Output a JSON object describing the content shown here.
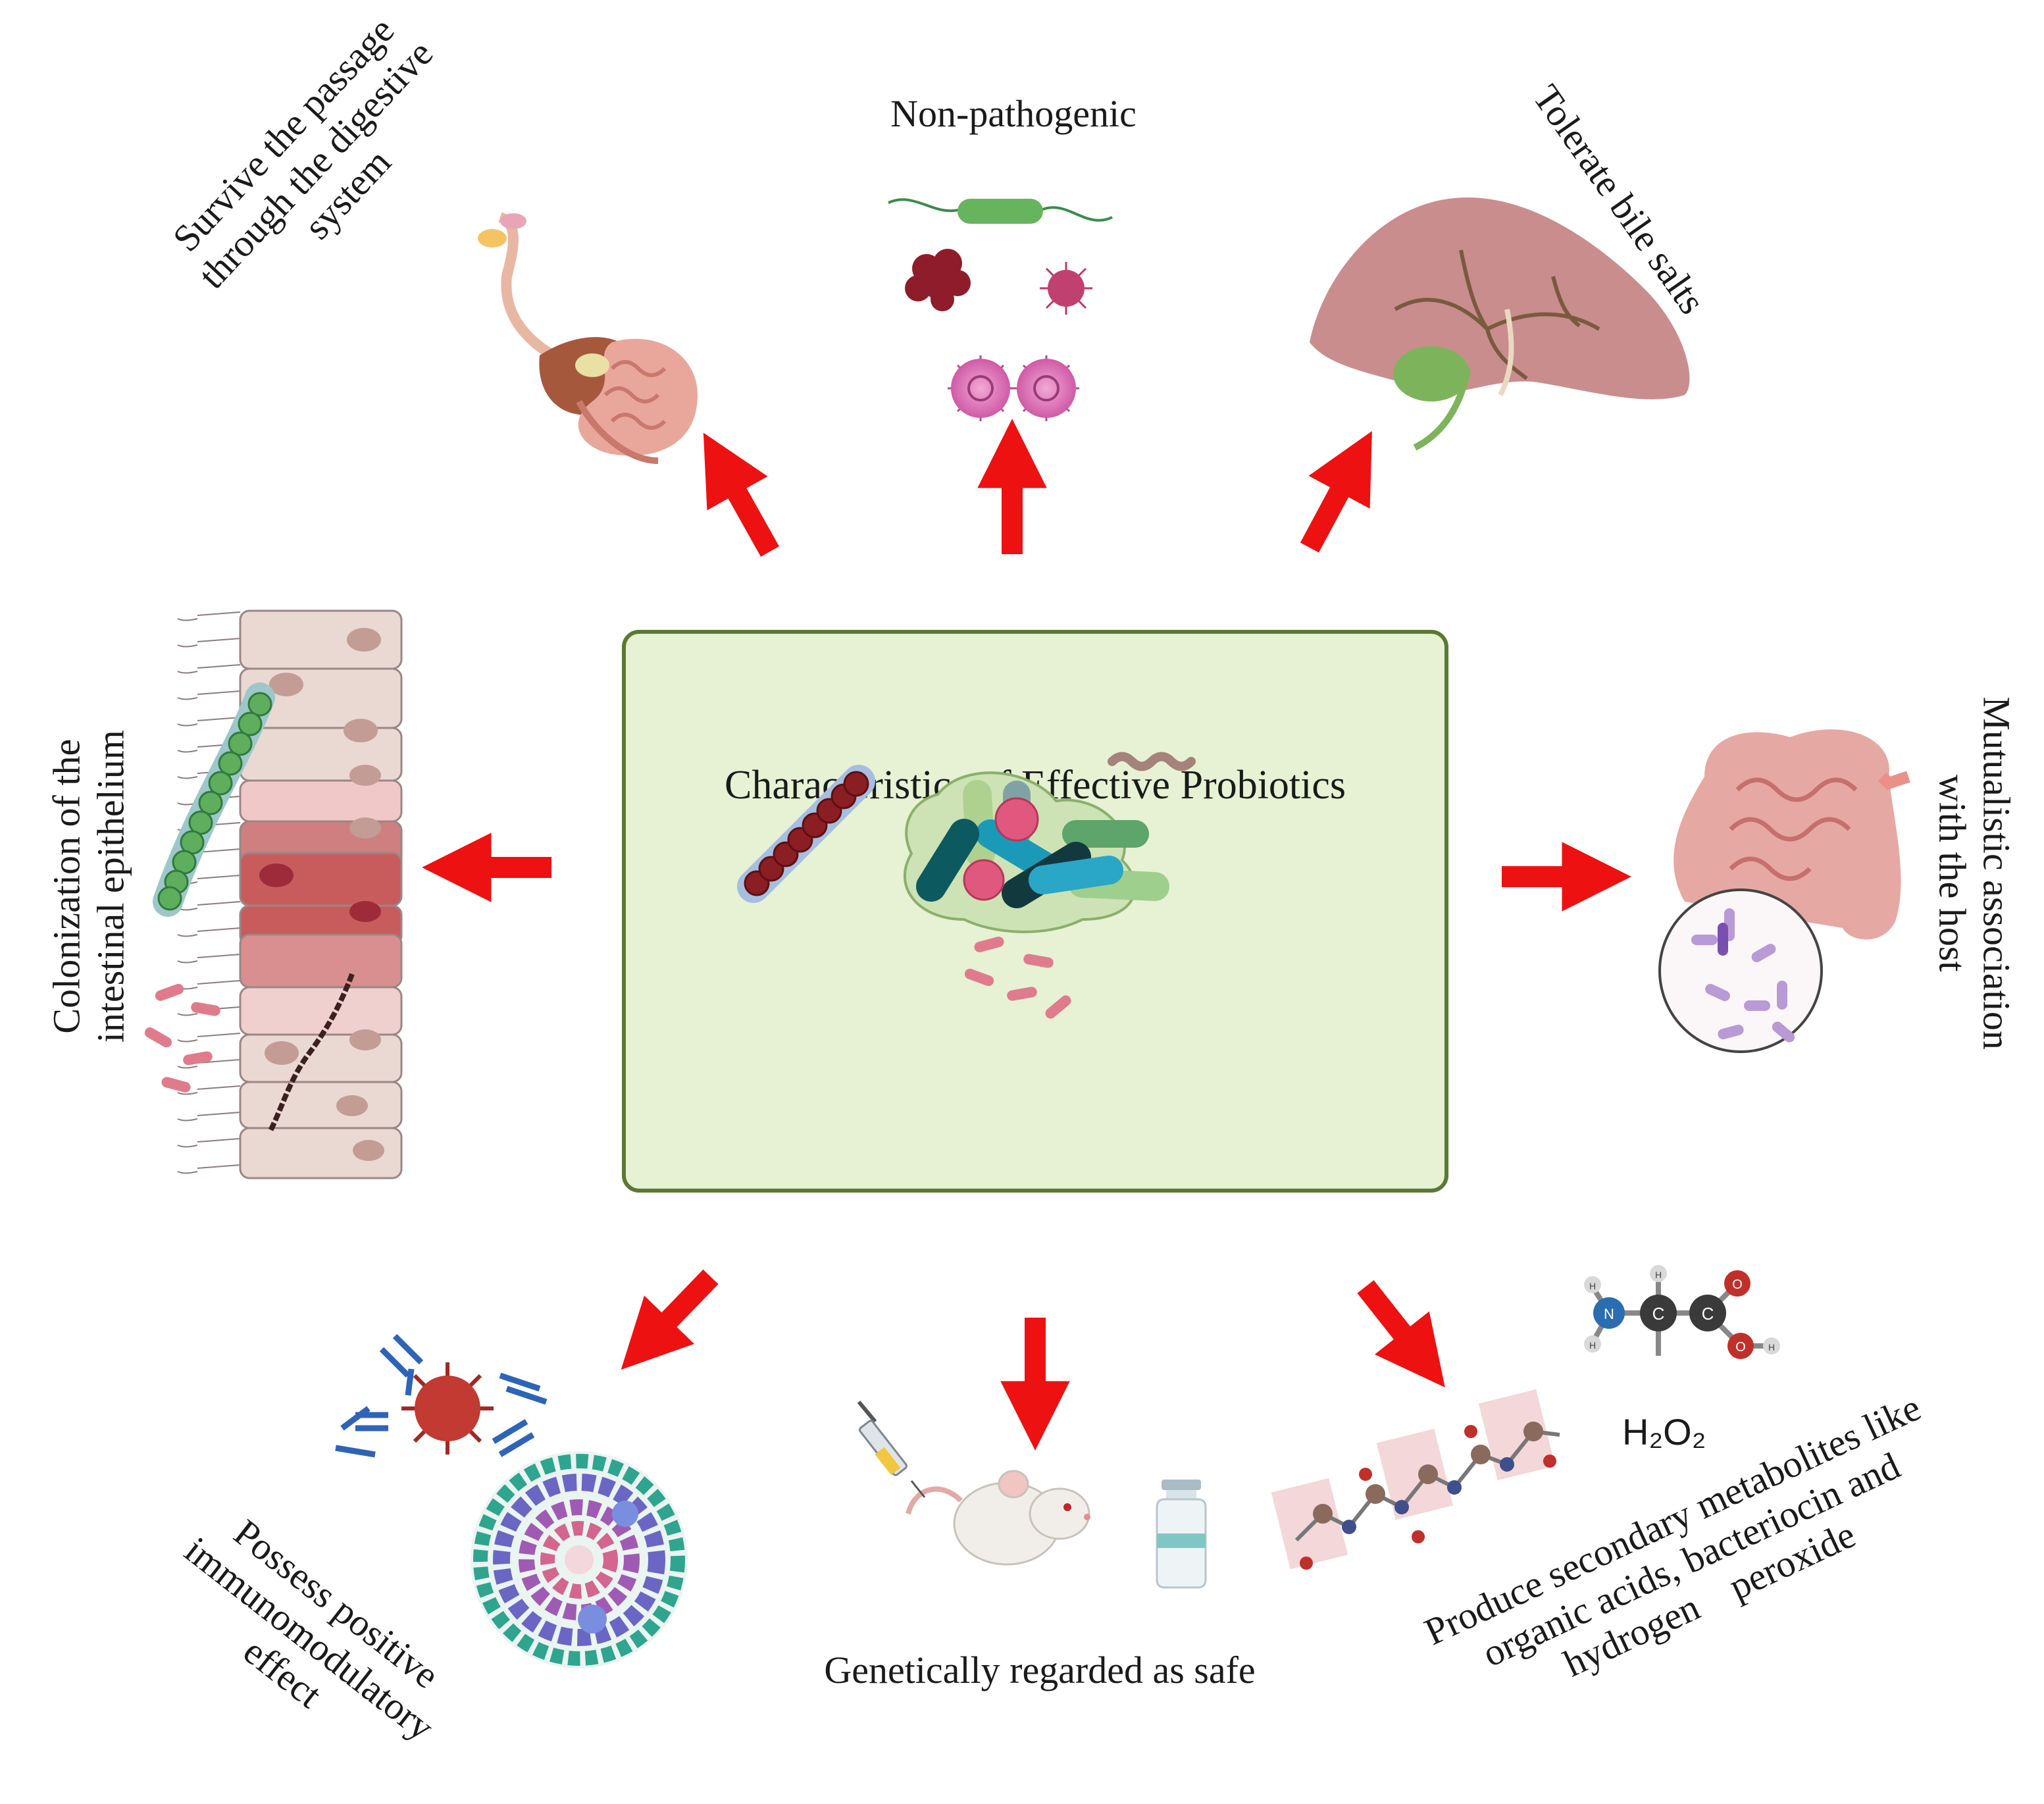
{
  "title": "Characteristics of Effective Probiotics",
  "labels": {
    "non_pathogenic": "Non-pathogenic",
    "survive": [
      "Survive the passage",
      "through the digestive",
      "system"
    ],
    "bile": "Tolerate bile salts",
    "colonization": [
      "Colonization of the",
      "intestinal epithelium"
    ],
    "mutualistic": [
      "Mutualistic association",
      "with the host"
    ],
    "immuno": [
      "Possess positive",
      "immunomodulatory",
      "effect"
    ],
    "safe": "Genetically regarded as safe",
    "metabolites": [
      "Produce secondary metabolites like",
      "organic acids, bacteriocin and",
      "hydrogen    peroxide"
    ]
  },
  "molecule": {
    "h2o2": "H₂O₂",
    "atoms": {
      "n": "N",
      "c": "C",
      "o": "O",
      "h": "H"
    }
  },
  "colors": {
    "arrow": "#ee1111",
    "center_fill": "#e6f2d3",
    "center_border": "#5a7a33",
    "text": "#1a1a1a"
  }
}
